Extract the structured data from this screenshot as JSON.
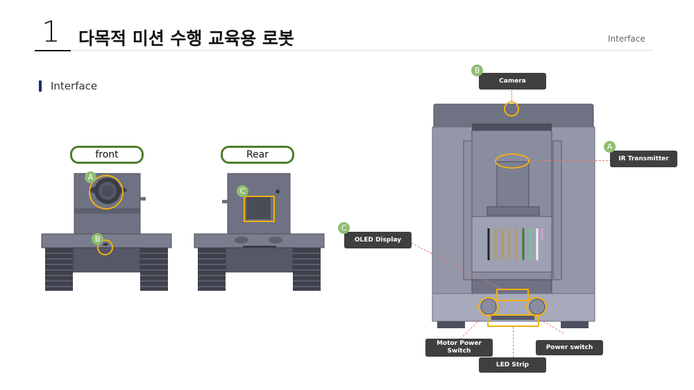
{
  "header": {
    "section_number": "1",
    "title": "다목적 미션 수행 교육용 로봇",
    "right_label": "Interface"
  },
  "subheader": {
    "title": "Interface"
  },
  "views": [
    {
      "label": "front",
      "markers": [
        {
          "badge": "A"
        },
        {
          "badge": "B"
        }
      ]
    },
    {
      "label": "Rear",
      "markers": [
        {
          "badge": "C"
        }
      ]
    }
  ],
  "detail_view": {
    "callouts": [
      {
        "badge": "B",
        "label": "Camera"
      },
      {
        "badge": "A",
        "label": "IR Transmitter"
      },
      {
        "badge": "C",
        "label": "OLED Display"
      },
      {
        "badge": "",
        "label": "Motor Power Switch"
      },
      {
        "badge": "",
        "label": "LED Strip"
      },
      {
        "badge": "",
        "label": "Power switch"
      }
    ]
  },
  "colors": {
    "pill_border": "#4e7d2c",
    "badge": "#8fbd73",
    "highlight": "#f2b10f",
    "callout_bg": "#3f3f3f",
    "accent_bar": "#1c2a6b",
    "leader": "#e07a7a"
  }
}
